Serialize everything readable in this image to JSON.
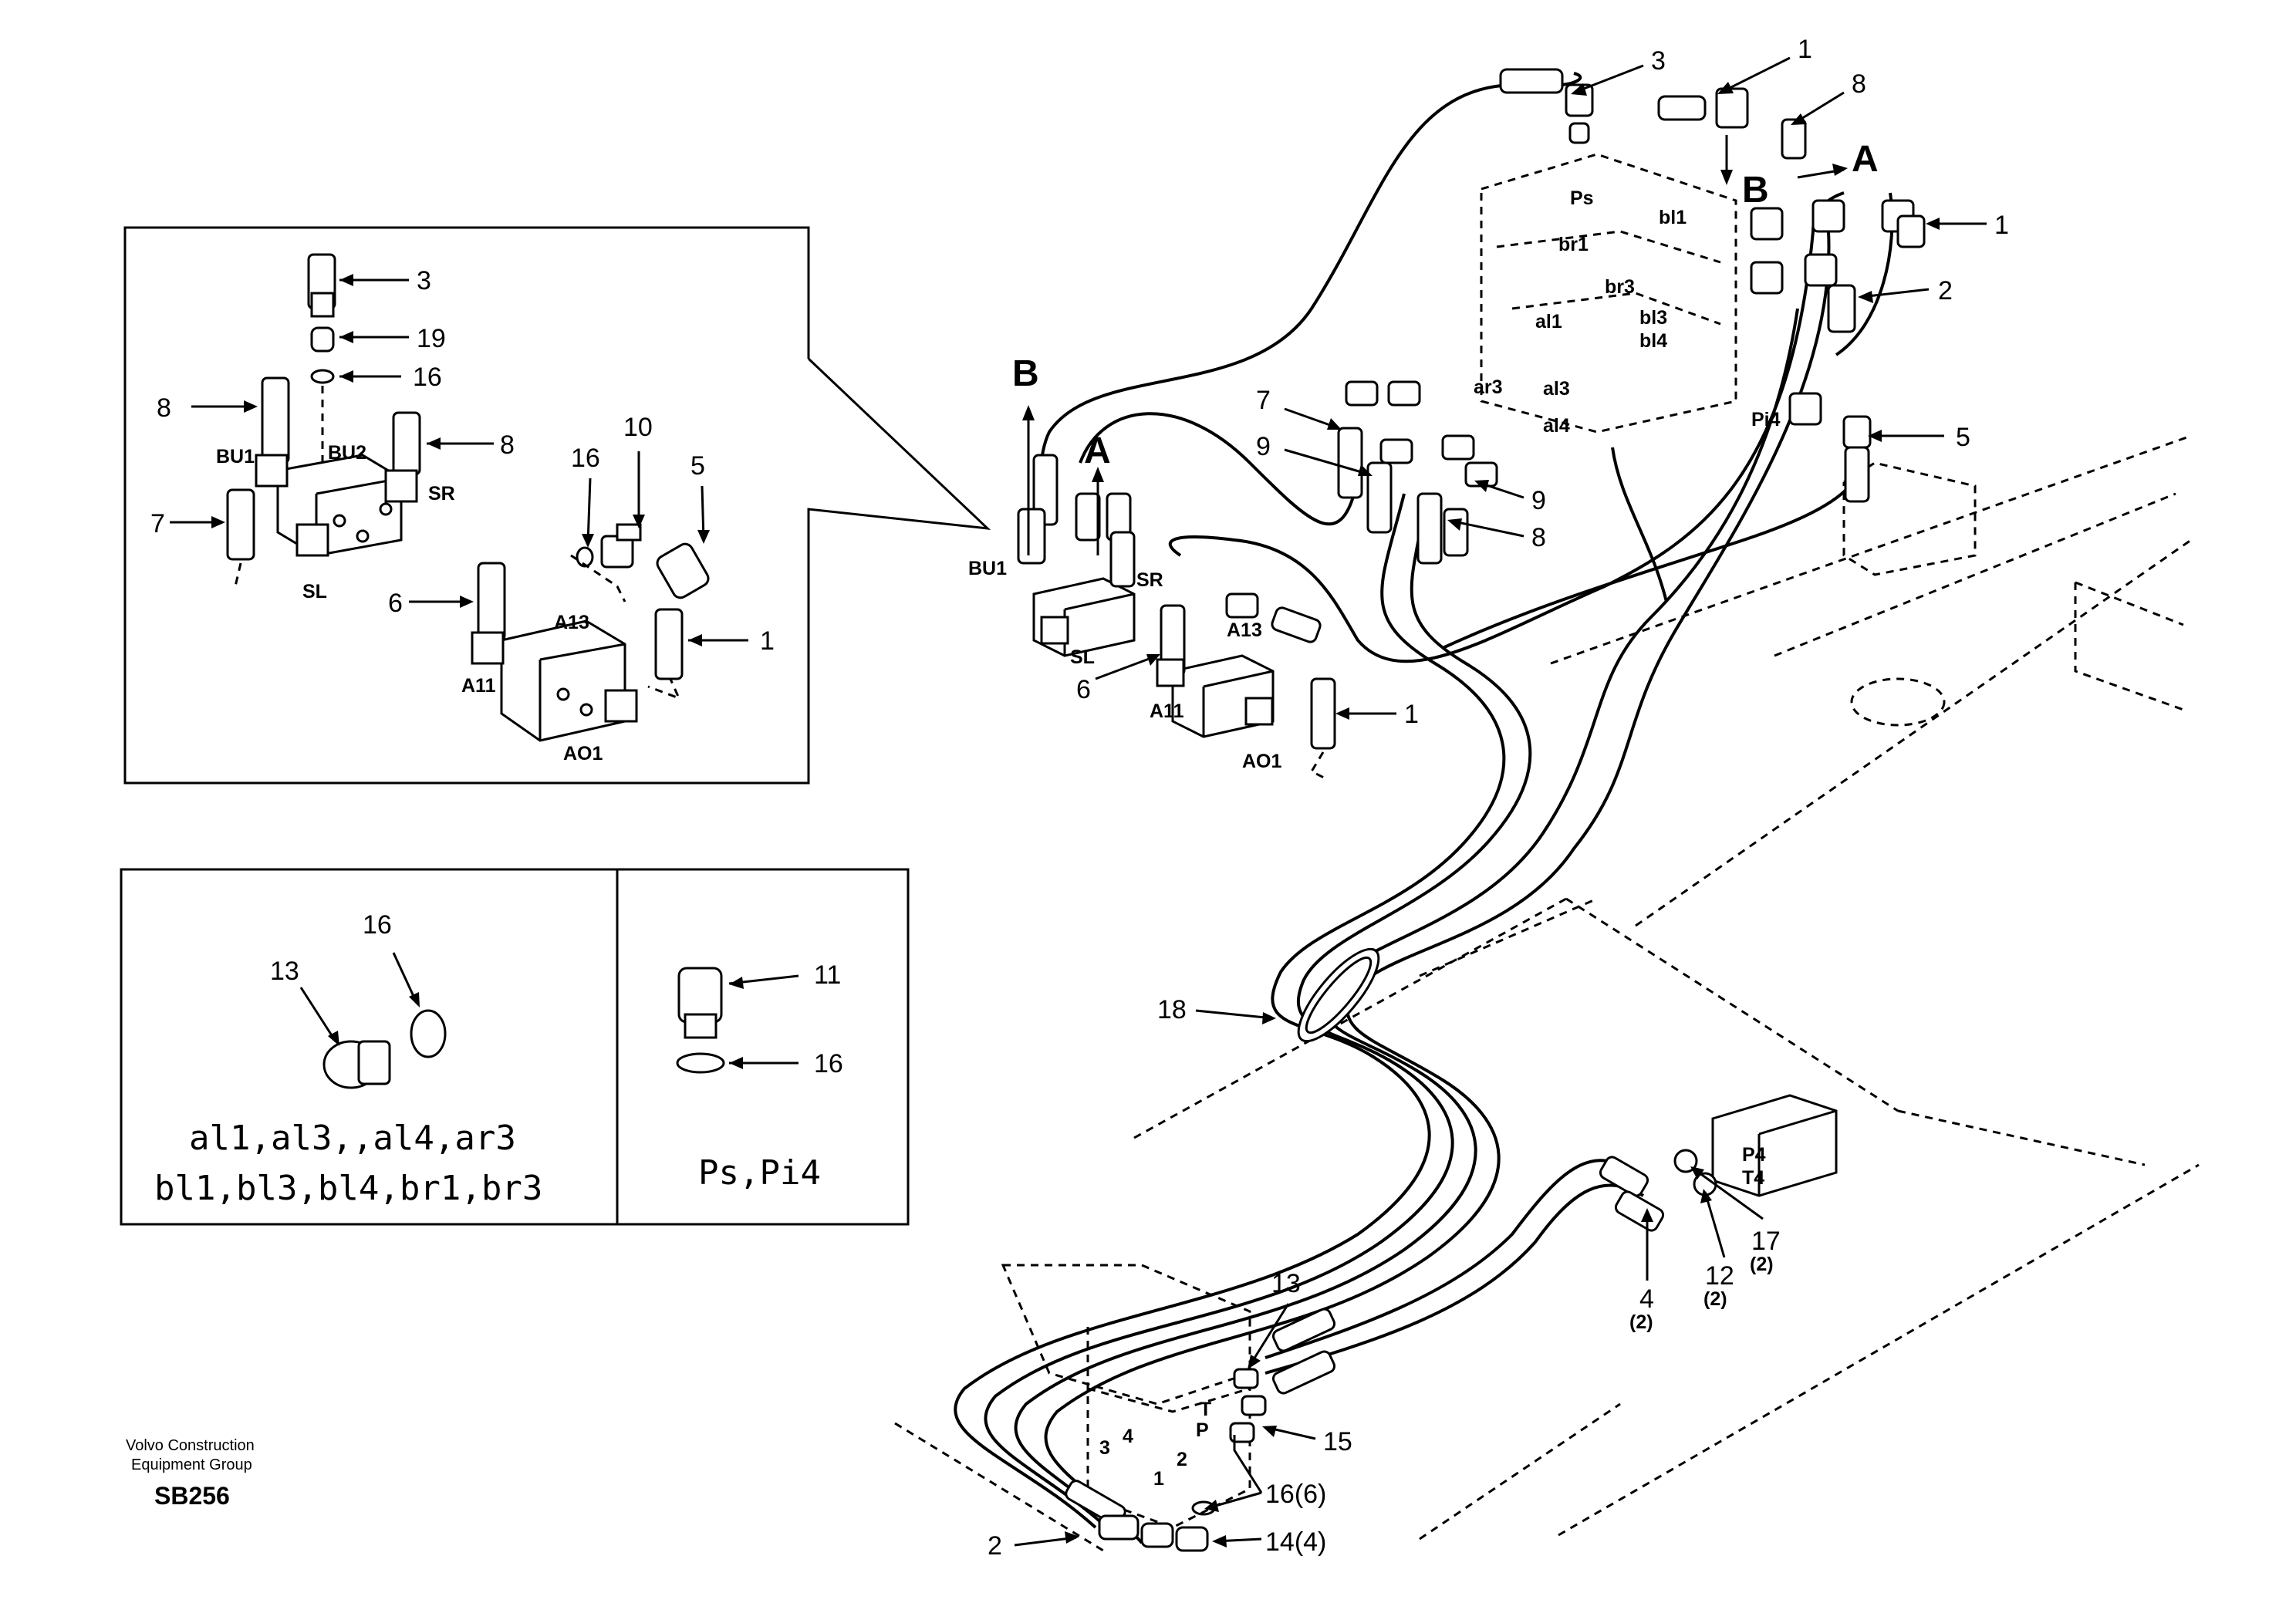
{
  "diagram": {
    "callouts_detail": {
      "c3": "3",
      "c19": "19",
      "c16a": "16",
      "c8a": "8",
      "c8b": "8",
      "c7": "7",
      "c16b": "16",
      "c10": "10",
      "c5": "5",
      "c6": "6",
      "c1": "1"
    },
    "ports_detail": {
      "bu1": "BU1",
      "bu2": "BU2",
      "sr": "SR",
      "sl": "SL",
      "a13": "A13",
      "a11": "A11",
      "ao1": "AO1"
    },
    "legend_left": {
      "c13": "13",
      "c16": "16",
      "codes_line1": "al1,al3,,al4,ar3",
      "codes_line2": "bl1,bl3,bl4,br1,br3"
    },
    "legend_right": {
      "c11": "11",
      "c16": "16",
      "codes": "Ps,Pi4"
    },
    "callouts_main": {
      "c3": "3",
      "c1a": "1",
      "c8a": "8",
      "c1b": "1",
      "c2a": "2",
      "c5": "5",
      "c7": "7",
      "c9a": "9",
      "c9b": "9",
      "c8b": "8",
      "c6": "6",
      "c1c": "1",
      "c18": "18",
      "c13": "13",
      "c15": "15",
      "c16": "16(6)",
      "c14": "14(4)",
      "c2b": "2",
      "c4": "4",
      "c4q": "(2)",
      "c12": "12",
      "c12q": "(2)",
      "c17": "17",
      "c17q": "(2)"
    },
    "ports_main": {
      "ps": "Ps",
      "br1": "br1",
      "bl1": "bl1",
      "br3": "br3",
      "al1": "al1",
      "bl3": "bl3",
      "bl4": "bl4",
      "ar3": "ar3",
      "al3": "al3",
      "al4": "al4",
      "pi4": "Pi4",
      "bu1": "BU1",
      "sr": "SR",
      "sl": "SL",
      "a13": "A13",
      "a11": "A11",
      "ao1": "AO1",
      "p4": "P4",
      "t4": "T4",
      "t": "T",
      "p": "P",
      "n3": "3",
      "n4": "4",
      "n1": "1",
      "n2": "2"
    },
    "arrows": {
      "a1": "A",
      "b1": "B",
      "a2": "A",
      "b2": "B"
    },
    "footer": {
      "line1": "Volvo Construction",
      "line2": "Equipment Group",
      "code": "SB256"
    }
  }
}
